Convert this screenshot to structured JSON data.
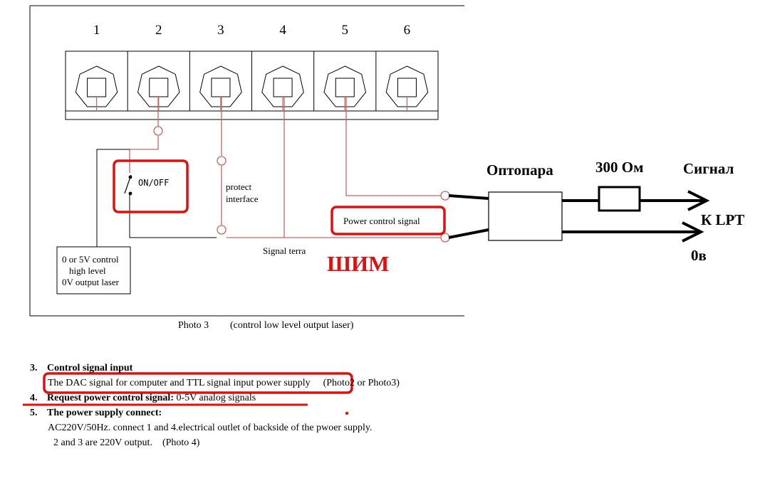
{
  "terminals": [
    {
      "id": 1,
      "label": "1"
    },
    {
      "id": 2,
      "label": "2"
    },
    {
      "id": 3,
      "label": "3"
    },
    {
      "id": 4,
      "label": "4"
    },
    {
      "id": 5,
      "label": "5"
    },
    {
      "id": 6,
      "label": "6"
    }
  ],
  "diagram": {
    "switch_label": "ON/OFF",
    "protect_line1": "protect",
    "protect_line2": "interface",
    "laser_box_line1": "0 or 5V  control",
    "laser_box_line2": "high level",
    "laser_box_line3": "0V  output laser",
    "signal_terra": "Signal terra",
    "power_control_signal": "Power control signal",
    "pwm_label": "ШИМ",
    "caption_photo": "Photo 3",
    "caption_text": "(control low level output laser)"
  },
  "annotations": {
    "optocoupler": "Оптопара",
    "resistor": "300 Ом",
    "signal": "Сигнал",
    "to_lpt": "К LPT",
    "zero_volt": "0в"
  },
  "document": {
    "item3_num": "3.",
    "item3_title": "Control signal input",
    "item3_text": "The DAC signal for computer and TTL signal input power supply",
    "item3_ref": "(Photo2 or Photo3)",
    "item4_num": "4.",
    "item4_title": "Request power control signal:",
    "item4_text": "0-5V analog signals",
    "item5_num": "5.",
    "item5_title": "The power supply connect:",
    "item5_line1": "AC220V/50Hz. connect 1 and 4.electrical outlet of backside of the pwoer supply.",
    "item5_line2": "2 and 3 are 220V output.",
    "item5_ref": "(Photo 4)"
  },
  "colors": {
    "wire": "#c86464",
    "highlight": "#e01010",
    "ink": "#000000"
  }
}
